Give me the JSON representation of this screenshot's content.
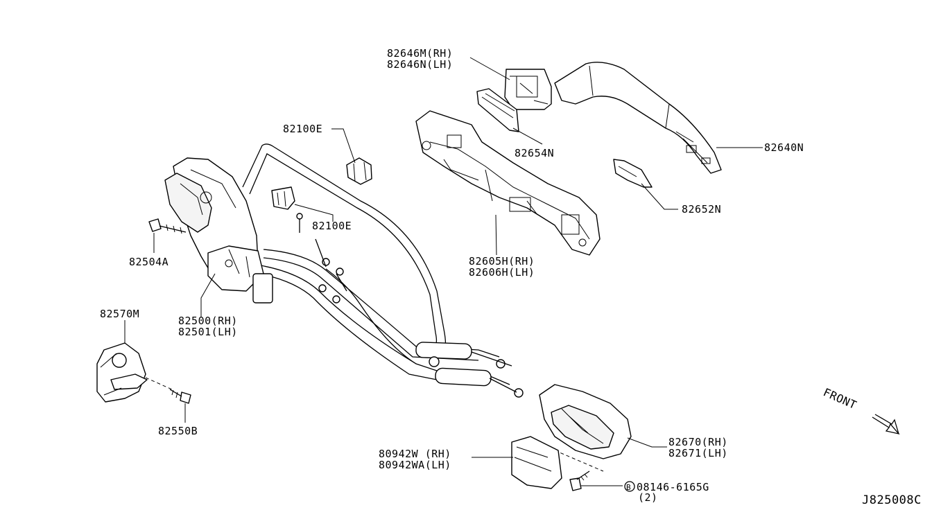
{
  "labels": {
    "p82646": [
      "82646M(RH)",
      "82646N(LH)"
    ],
    "p82640N": "82640N",
    "p82654N": "82654N",
    "p82652N": "82652N",
    "p82605": [
      "82605H(RH)",
      "82606H(LH)"
    ],
    "p82100E_top": "82100E",
    "p82100E_mid": "82100E",
    "p82504A": "82504A",
    "p82500": [
      "82500(RH)",
      "82501(LH)"
    ],
    "p82570M": "82570M",
    "p82550B": "82550B",
    "p80942": [
      "80942W (RH)",
      "80942WA(LH)"
    ],
    "p82670": [
      "82670(RH)",
      "82671(LH)"
    ],
    "p08146": "08146-6165G",
    "p08146_qty": "(2)",
    "bolt_marker": "B",
    "front": "FRONT",
    "diagram_code": "J825008C"
  }
}
